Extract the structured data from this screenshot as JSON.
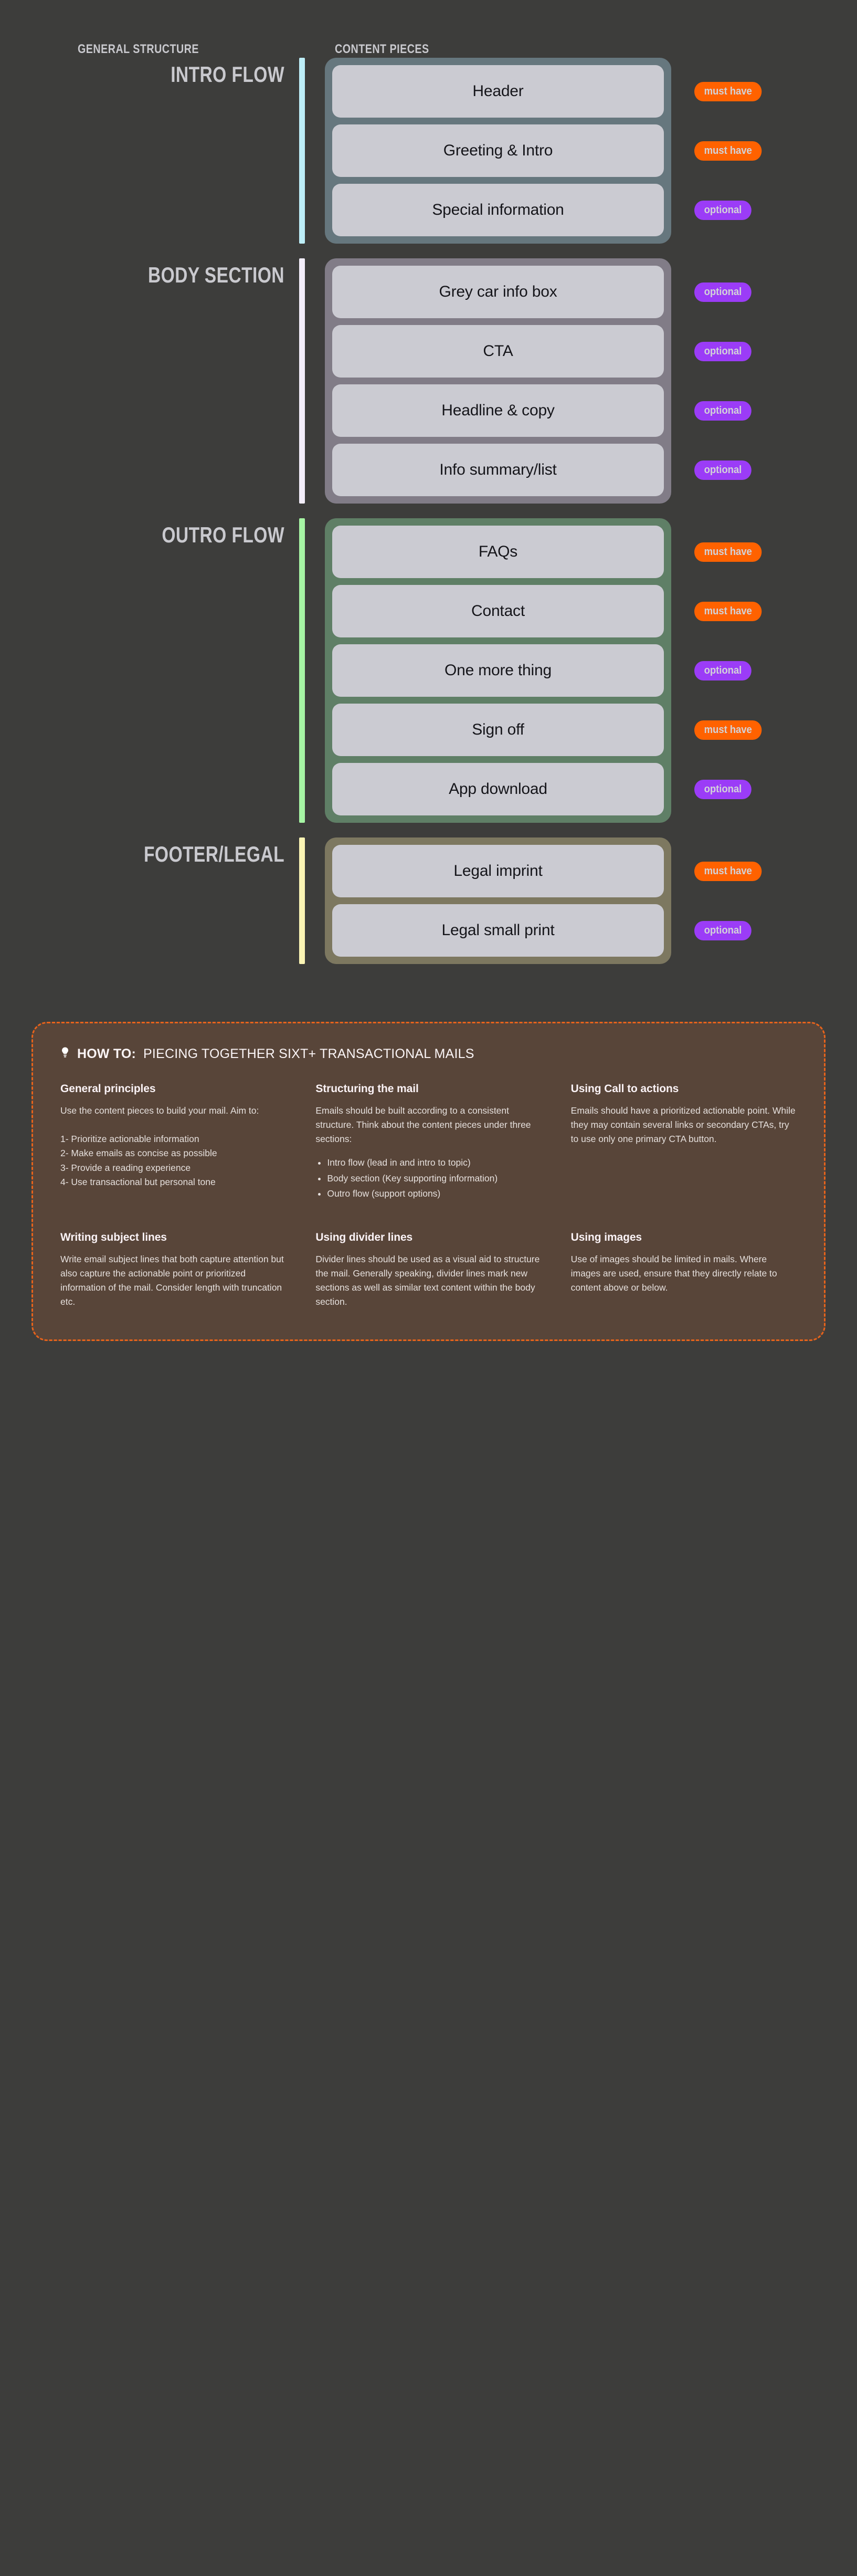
{
  "columns": {
    "general_structure": "GENERAL STRUCTURE",
    "content_pieces": "CONTENT PIECES"
  },
  "colors": {
    "page_background": "#3d3d3b",
    "card": "#cbcbd2",
    "badge_must_have": "#ff6200",
    "badge_optional": "#9b3cf7",
    "intro_accent": "#bdeef7",
    "intro_container": "#66777e",
    "body_accent": "#f3eefa",
    "body_container": "#817c87",
    "outro_accent": "#a6f5a4",
    "outro_container": "#5f7f66",
    "footer_accent": "#fbf5b4",
    "footer_container": "#7d7860",
    "howto_background": "#584539",
    "howto_border": "#e8631b"
  },
  "sections": [
    {
      "label": "INTRO FLOW",
      "accent": "#bdeef7",
      "container": "#66777e",
      "pieces": [
        {
          "label": "Header",
          "badge": "must have",
          "badge_type": "must"
        },
        {
          "label": "Greeting & Intro",
          "badge": "must have",
          "badge_type": "must"
        },
        {
          "label": "Special information",
          "badge": "optional",
          "badge_type": "opt"
        }
      ]
    },
    {
      "label": "BODY SECTION",
      "accent": "#f3eefa",
      "container": "#817c87",
      "pieces": [
        {
          "label": "Grey car info box",
          "badge": "optional",
          "badge_type": "opt"
        },
        {
          "label": "CTA",
          "badge": "optional",
          "badge_type": "opt"
        },
        {
          "label": "Headline & copy",
          "badge": "optional",
          "badge_type": "opt"
        },
        {
          "label": "Info summary/list",
          "badge": "optional",
          "badge_type": "opt"
        }
      ]
    },
    {
      "label": "OUTRO FLOW",
      "accent": "#a6f5a4",
      "container": "#5f7f66",
      "pieces": [
        {
          "label": "FAQs",
          "badge": "must have",
          "badge_type": "must"
        },
        {
          "label": "Contact",
          "badge": "must have",
          "badge_type": "must"
        },
        {
          "label": "One more thing",
          "badge": "optional",
          "badge_type": "opt"
        },
        {
          "label": "Sign off",
          "badge": "must have",
          "badge_type": "must"
        },
        {
          "label": "App download",
          "badge": "optional",
          "badge_type": "opt"
        }
      ]
    },
    {
      "label": "FOOTER/LEGAL",
      "accent": "#fbf5b4",
      "container": "#7d7860",
      "pieces": [
        {
          "label": "Legal imprint",
          "badge": "must have",
          "badge_type": "must"
        },
        {
          "label": "Legal small print",
          "badge": "optional",
          "badge_type": "opt"
        }
      ]
    }
  ],
  "howto": {
    "icon": "lightbulb-icon",
    "title_lead": "HOW TO:",
    "title_rest": "PIECING TOGETHER SIXT+ TRANSACTIONAL MAILS",
    "cards": [
      {
        "heading": "General principles",
        "body": "Use the content pieces to build your mail. Aim to:\n\n1- Prioritize actionable information\n2- Make emails as concise as possible\n3- Provide a reading experience\n4- Use transactional but personal tone",
        "bullets": []
      },
      {
        "heading": "Structuring the mail",
        "body": "Emails should be built according to a consistent structure. Think about the content pieces under three sections:",
        "bullets": [
          "Intro flow (lead in and intro to topic)",
          "Body section (Key supporting information)",
          "Outro flow (support options)"
        ]
      },
      {
        "heading": "Using Call to actions",
        "body": "Emails should have a prioritized actionable point. While they may contain several links or secondary CTAs, try to use only one primary CTA button.",
        "bullets": []
      },
      {
        "heading": "Writing subject lines",
        "body": "Write email subject lines that both capture attention but also capture the actionable point or prioritized information of the mail. Consider length with truncation etc.",
        "bullets": []
      },
      {
        "heading": "Using divider lines",
        "body": "Divider lines should be used as a visual aid to structure the mail. Generally speaking, divider lines mark new sections as well as similar text content within the body section.",
        "bullets": []
      },
      {
        "heading": "Using images",
        "body": "Use of images should be limited in mails. Where images are used, ensure that they directly relate to content above or below.",
        "bullets": []
      }
    ]
  }
}
